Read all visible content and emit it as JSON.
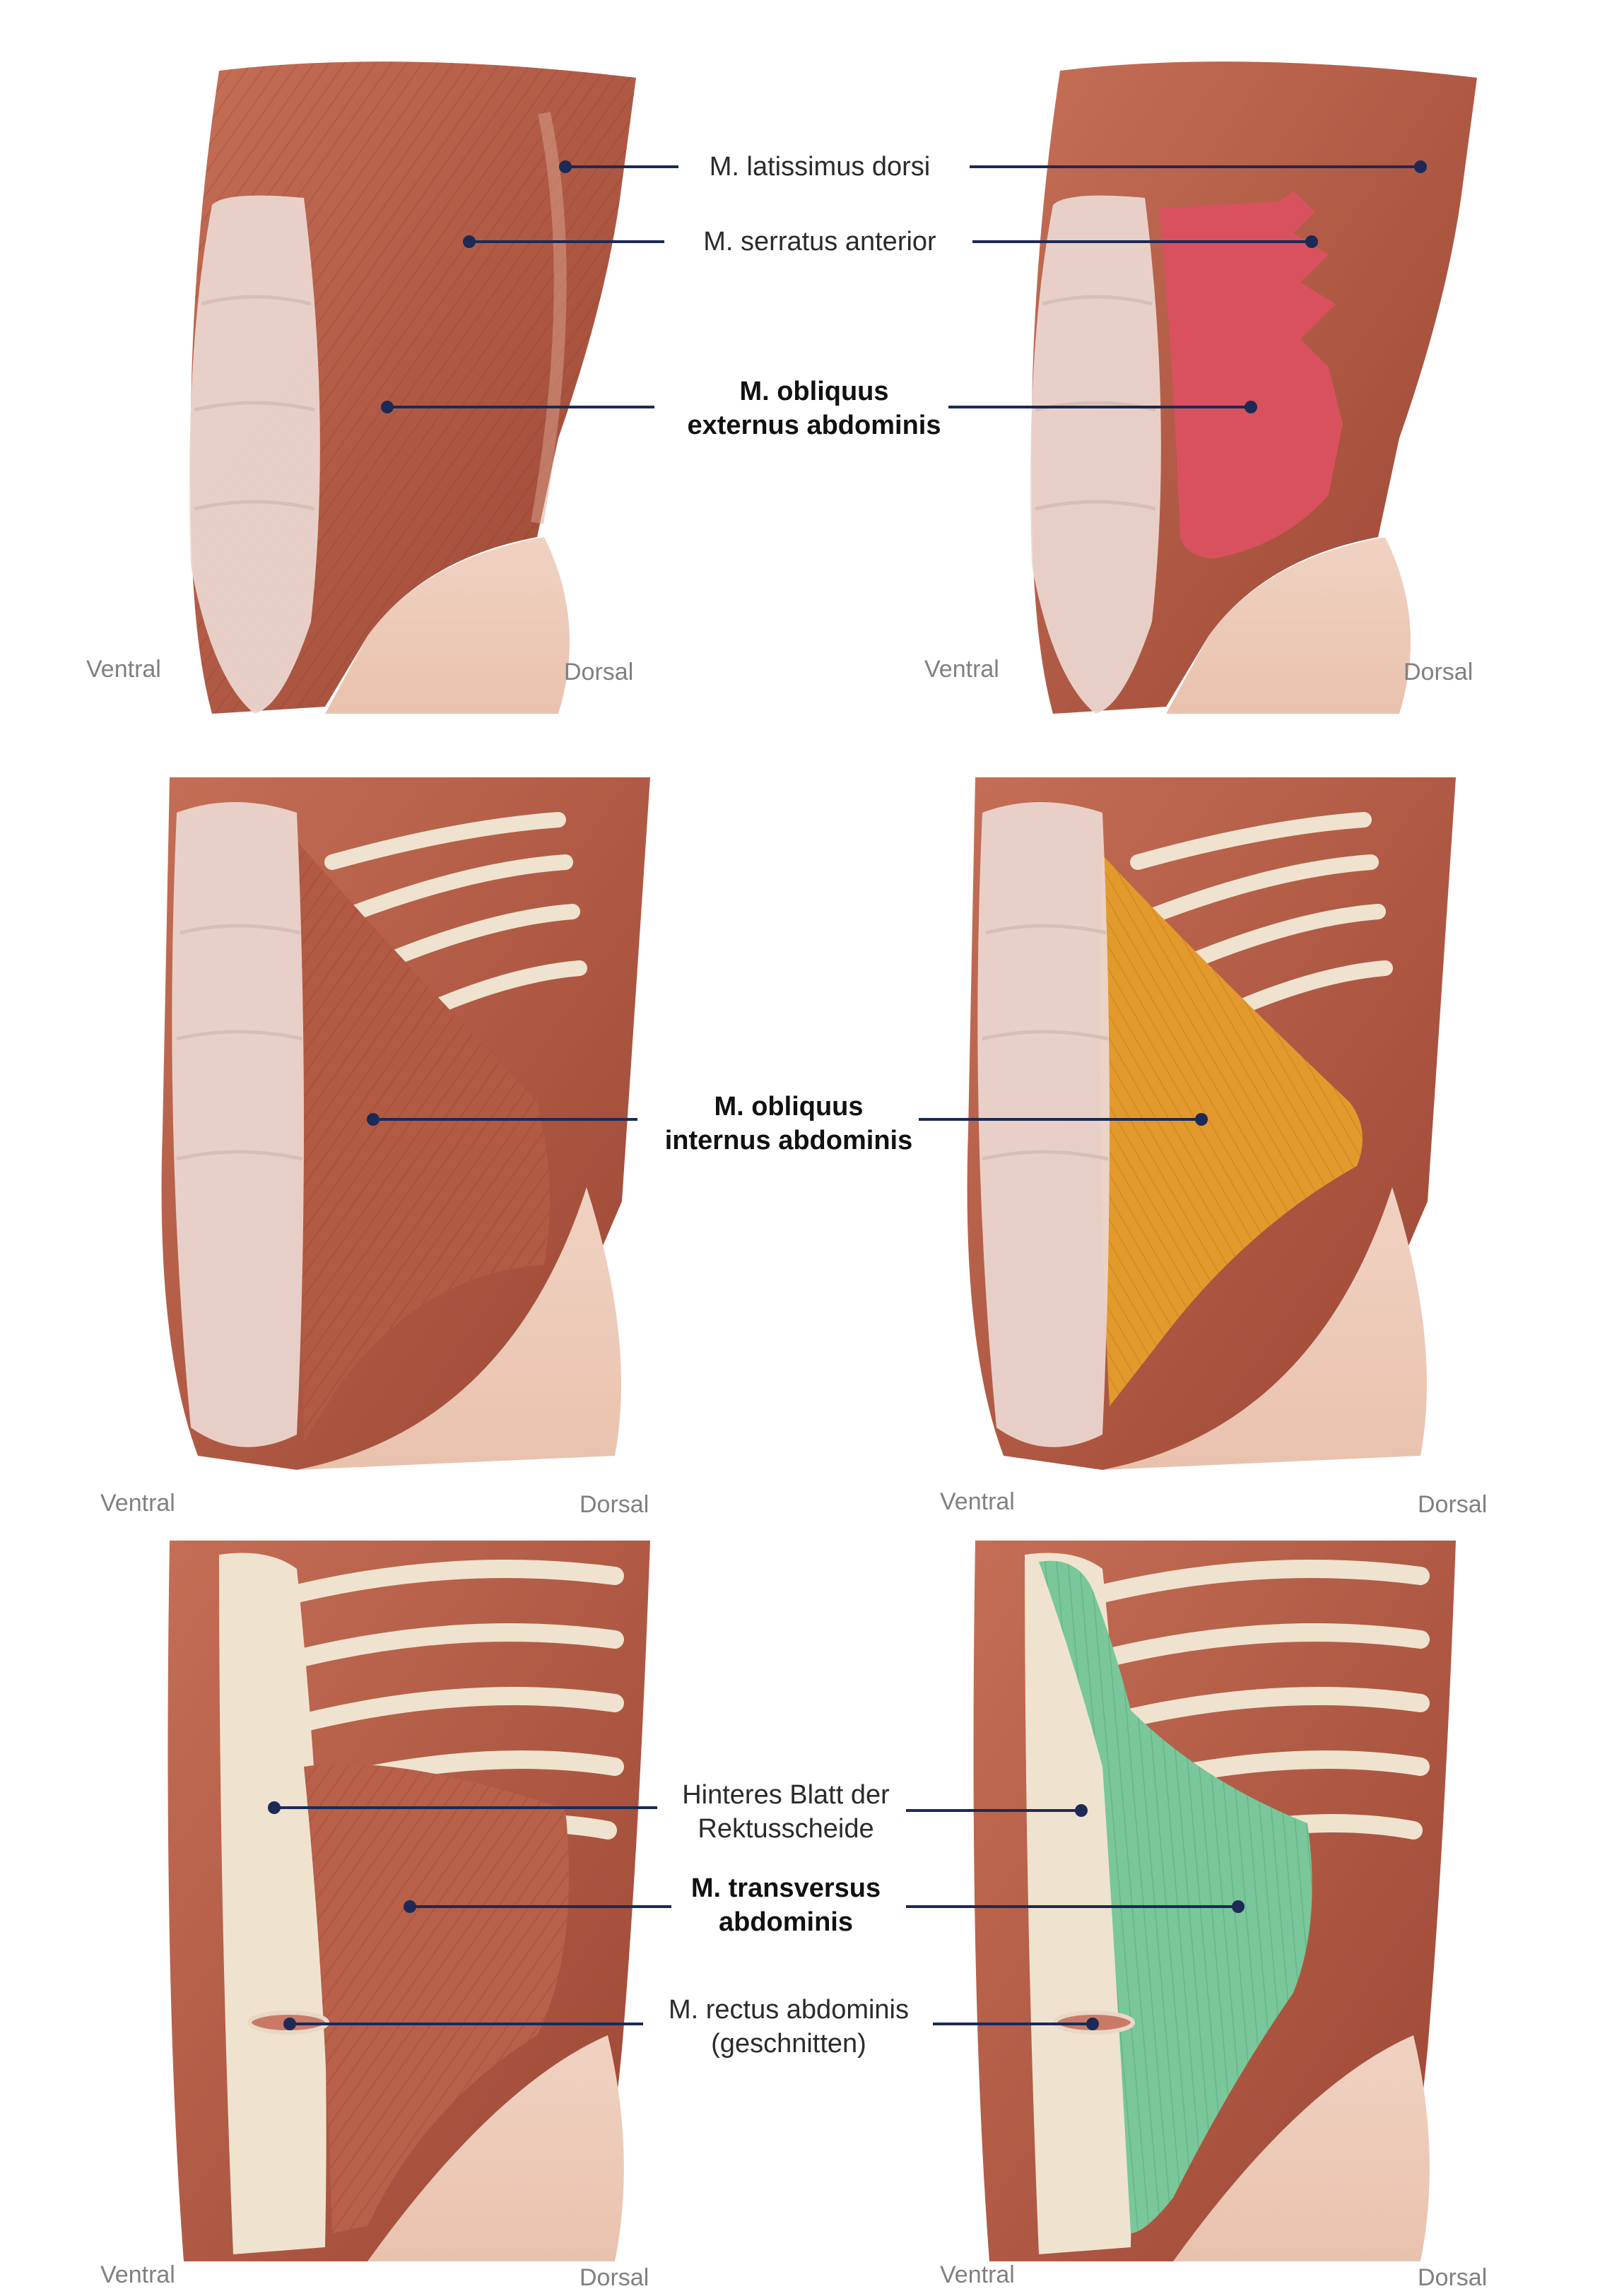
{
  "orientation": {
    "ventral": "Ventral",
    "dorsal": "Dorsal"
  },
  "labels": {
    "latissimus": "M. latissimus dorsi",
    "serratus": "M. serratus anterior",
    "obliquus_ext_1": "M. obliquus",
    "obliquus_ext_2": "externus abdominis",
    "obliquus_int_1": "M. obliquus",
    "obliquus_int_2": "internus abdominis",
    "rektus_sheath_1": "Hinteres Blatt der",
    "rektus_sheath_2": "Rektusscheide",
    "transversus_1": "M. transversus",
    "transversus_2": "abdominis",
    "rectus_1": "M. rectus abdominis",
    "rectus_2": "(geschnitten)"
  },
  "colors": {
    "muscle": "#b8604a",
    "muscle_dark": "#8e3f2f",
    "fascia": "#efe3cf",
    "rectus_sheath": "#ecd9d2",
    "skin": "#efcfbf",
    "rib": "#f0e4cf",
    "highlight_external": "#d9515f",
    "highlight_internal": "#e39a2c",
    "highlight_transversus": "#79c79a",
    "leader": "#1c2a55"
  }
}
